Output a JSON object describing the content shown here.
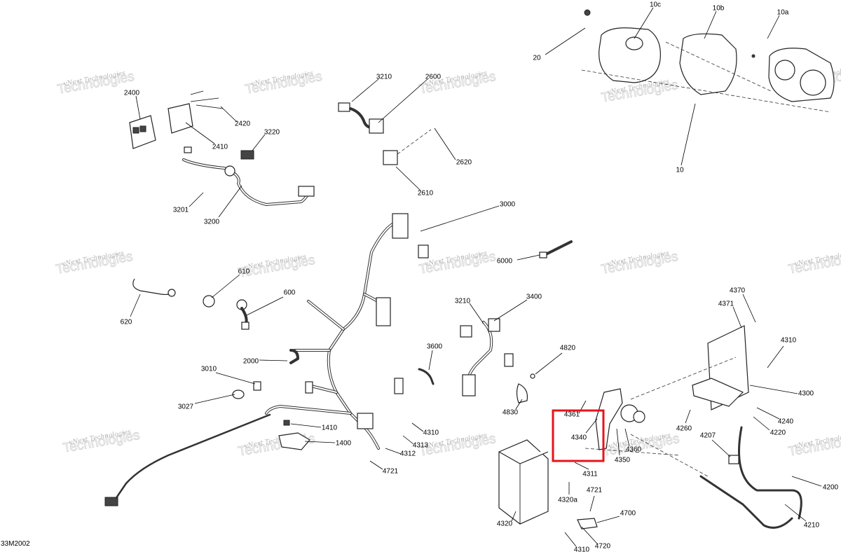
{
  "diagram": {
    "drawing_code": "33M2002",
    "watermark_small": "vNext Technologies",
    "watermark_large": "Technologies",
    "highlight_color": "#e8131b",
    "highlighted_part": "4340",
    "callouts": [
      "10",
      "10a",
      "10b",
      "10c",
      "20",
      "2400",
      "2410",
      "2420",
      "3220",
      "3201",
      "3200",
      "3210",
      "2600",
      "2620",
      "2610",
      "3000",
      "6000",
      "610",
      "620",
      "600",
      "2000",
      "3010",
      "3027",
      "1410",
      "1400",
      "3210",
      "3400",
      "3600",
      "4310",
      "4313",
      "4312",
      "4721",
      "4820",
      "4830",
      "4361",
      "4340",
      "4311",
      "4360",
      "4350",
      "4370",
      "4371",
      "4310",
      "4300",
      "4240",
      "4260",
      "4220",
      "4207",
      "4200",
      "4210",
      "4320",
      "4320a",
      "4721",
      "4700",
      "4720",
      "4310"
    ]
  }
}
